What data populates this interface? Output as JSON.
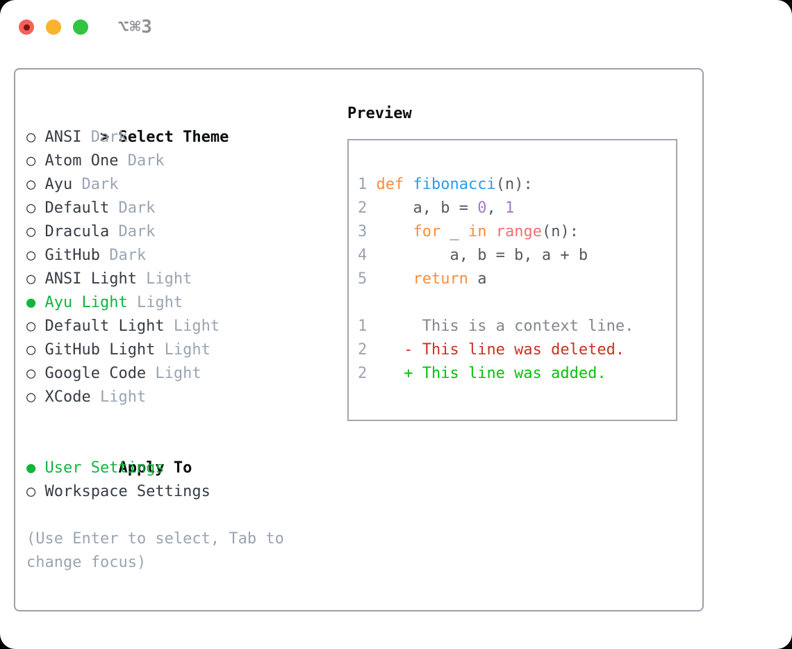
{
  "colors": {
    "tl_red": "#f4625b",
    "tl_red_dot": "#7d140e",
    "tl_yellow": "#f9b32d",
    "tl_green": "#30c441",
    "title_gray": "#8e9297",
    "panel_border": "#99a1ac",
    "preview_border": "#a1a7b0",
    "header_text": "#0b0d0f",
    "item_text": "#363c44",
    "muted": "#9aa4b2",
    "accent_green": "#12b43e",
    "keyword": "#fa8d3e",
    "function": "#2a9ceb",
    "builtin": "#f07171",
    "number": "#a37acc",
    "code_text": "#525960",
    "line_number": "#9aa3b2",
    "context": "#83878c",
    "deleted": "#c93122",
    "added": "#09c109"
  },
  "window": {
    "title": "⌥⌘3"
  },
  "theme_picker": {
    "header": {
      "marker": ">",
      "label": "Select Theme"
    },
    "unselected_marker": "○",
    "selected_marker": "●",
    "items": [
      {
        "name": "ANSI",
        "tag": "Dark",
        "selected": false
      },
      {
        "name": "Atom One",
        "tag": "Dark",
        "selected": false
      },
      {
        "name": "Ayu",
        "tag": "Dark",
        "selected": false
      },
      {
        "name": "Default",
        "tag": "Dark",
        "selected": false
      },
      {
        "name": "Dracula",
        "tag": "Dark",
        "selected": false
      },
      {
        "name": "GitHub",
        "tag": "Dark",
        "selected": false
      },
      {
        "name": "ANSI Light",
        "tag": "Light",
        "selected": false
      },
      {
        "name": "Ayu Light",
        "tag": "Light",
        "selected": true
      },
      {
        "name": "Default Light",
        "tag": "Light",
        "selected": false
      },
      {
        "name": "GitHub Light",
        "tag": "Light",
        "selected": false
      },
      {
        "name": "Google Code",
        "tag": "Light",
        "selected": false
      },
      {
        "name": "XCode",
        "tag": "Light",
        "selected": false
      }
    ],
    "apply_to": {
      "label": "Apply To",
      "options": [
        {
          "name": "User Settings",
          "selected": true
        },
        {
          "name": "Workspace Settings",
          "selected": false
        }
      ]
    },
    "help_text": "(Use Enter to select, Tab to change focus)"
  },
  "preview": {
    "label": "Preview",
    "code_lines": [
      {
        "num": "1",
        "tokens": [
          [
            "def",
            "keyword"
          ],
          [
            " ",
            "plain"
          ],
          [
            "fibonacci",
            "function"
          ],
          [
            "(n):",
            "plain"
          ]
        ]
      },
      {
        "num": "2",
        "tokens": [
          [
            "    a, b = ",
            "plain"
          ],
          [
            "0",
            "number"
          ],
          [
            ", ",
            "plain"
          ],
          [
            "1",
            "number"
          ]
        ]
      },
      {
        "num": "3",
        "tokens": [
          [
            "    ",
            "plain"
          ],
          [
            "for",
            "keyword"
          ],
          [
            " _ ",
            "plain"
          ],
          [
            "in",
            "keyword"
          ],
          [
            " ",
            "plain"
          ],
          [
            "range",
            "builtin"
          ],
          [
            "(n):",
            "plain"
          ]
        ]
      },
      {
        "num": "4",
        "tokens": [
          [
            "        a, b = b, a + b",
            "plain"
          ]
        ]
      },
      {
        "num": "5",
        "tokens": [
          [
            "    ",
            "plain"
          ],
          [
            "return",
            "keyword"
          ],
          [
            " a",
            "plain"
          ]
        ]
      }
    ],
    "diff_lines": [
      {
        "num": "1",
        "text": "     This is a context line.",
        "type": "context"
      },
      {
        "num": "2",
        "text": "   - This line was deleted.",
        "type": "deleted"
      },
      {
        "num": "2",
        "text": "   + This line was added.",
        "type": "added"
      }
    ]
  }
}
